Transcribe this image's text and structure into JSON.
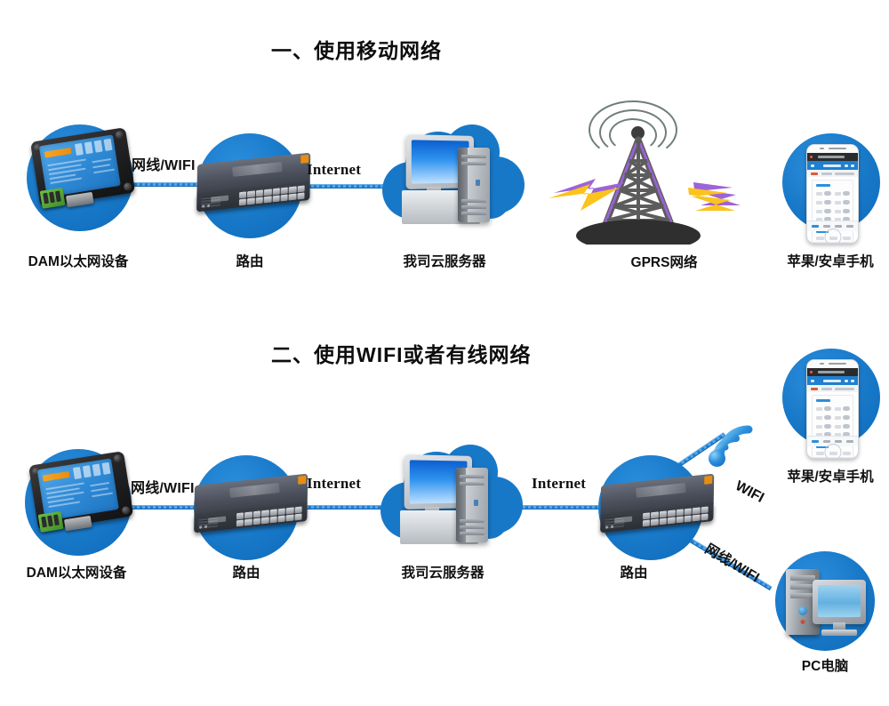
{
  "page": {
    "background": "#ffffff",
    "accent_blue": "#1878c8",
    "line_blue": "#1f7fd0"
  },
  "sections": [
    {
      "id": "section-mobile-network",
      "title": "一、使用移动网络",
      "nodes": [
        {
          "id": "dam-device",
          "label": "DAM以太网设备",
          "icon": "dam-ethernet-device-icon"
        },
        {
          "id": "router-1",
          "label": "路由",
          "icon": "network-switch-icon"
        },
        {
          "id": "cloud-server",
          "label": "我司云服务器",
          "icon": "cloud-server-icon"
        },
        {
          "id": "gprs-network",
          "label": "GPRS网络",
          "icon": "cell-tower-icon"
        },
        {
          "id": "mobile-phone",
          "label": "苹果/安卓手机",
          "icon": "smartphone-icon"
        }
      ],
      "links": [
        {
          "id": "link-dam-router",
          "label": "网线/WIFI"
        },
        {
          "id": "link-router-cloud",
          "label": "Internet"
        },
        {
          "id": "link-cloud-tower",
          "label": ""
        },
        {
          "id": "link-tower-phone",
          "label": ""
        }
      ]
    },
    {
      "id": "section-wifi-wired-network",
      "title": "二、使用WIFI或者有线网络",
      "nodes": [
        {
          "id": "dam-device-2",
          "label": "DAM以太网设备",
          "icon": "dam-ethernet-device-icon"
        },
        {
          "id": "router-2",
          "label": "路由",
          "icon": "network-switch-icon"
        },
        {
          "id": "cloud-server-2",
          "label": "我司云服务器",
          "icon": "cloud-server-icon"
        },
        {
          "id": "router-3",
          "label": "路由",
          "icon": "network-switch-icon"
        },
        {
          "id": "mobile-phone-2",
          "label": "苹果/安卓手机",
          "icon": "smartphone-icon"
        },
        {
          "id": "pc-computer",
          "label": "PC电脑",
          "icon": "desktop-computer-icon"
        }
      ],
      "links": [
        {
          "id": "link2-dam-router",
          "label": "网线/WIFI"
        },
        {
          "id": "link2-router-cloud",
          "label": "Internet"
        },
        {
          "id": "link2-cloud-router3",
          "label": "Internet"
        },
        {
          "id": "link2-router3-phone",
          "label": "WIFI",
          "icon": "wifi-signal-icon"
        },
        {
          "id": "link2-router3-pc",
          "label": "网线/WIFI"
        }
      ]
    }
  ]
}
